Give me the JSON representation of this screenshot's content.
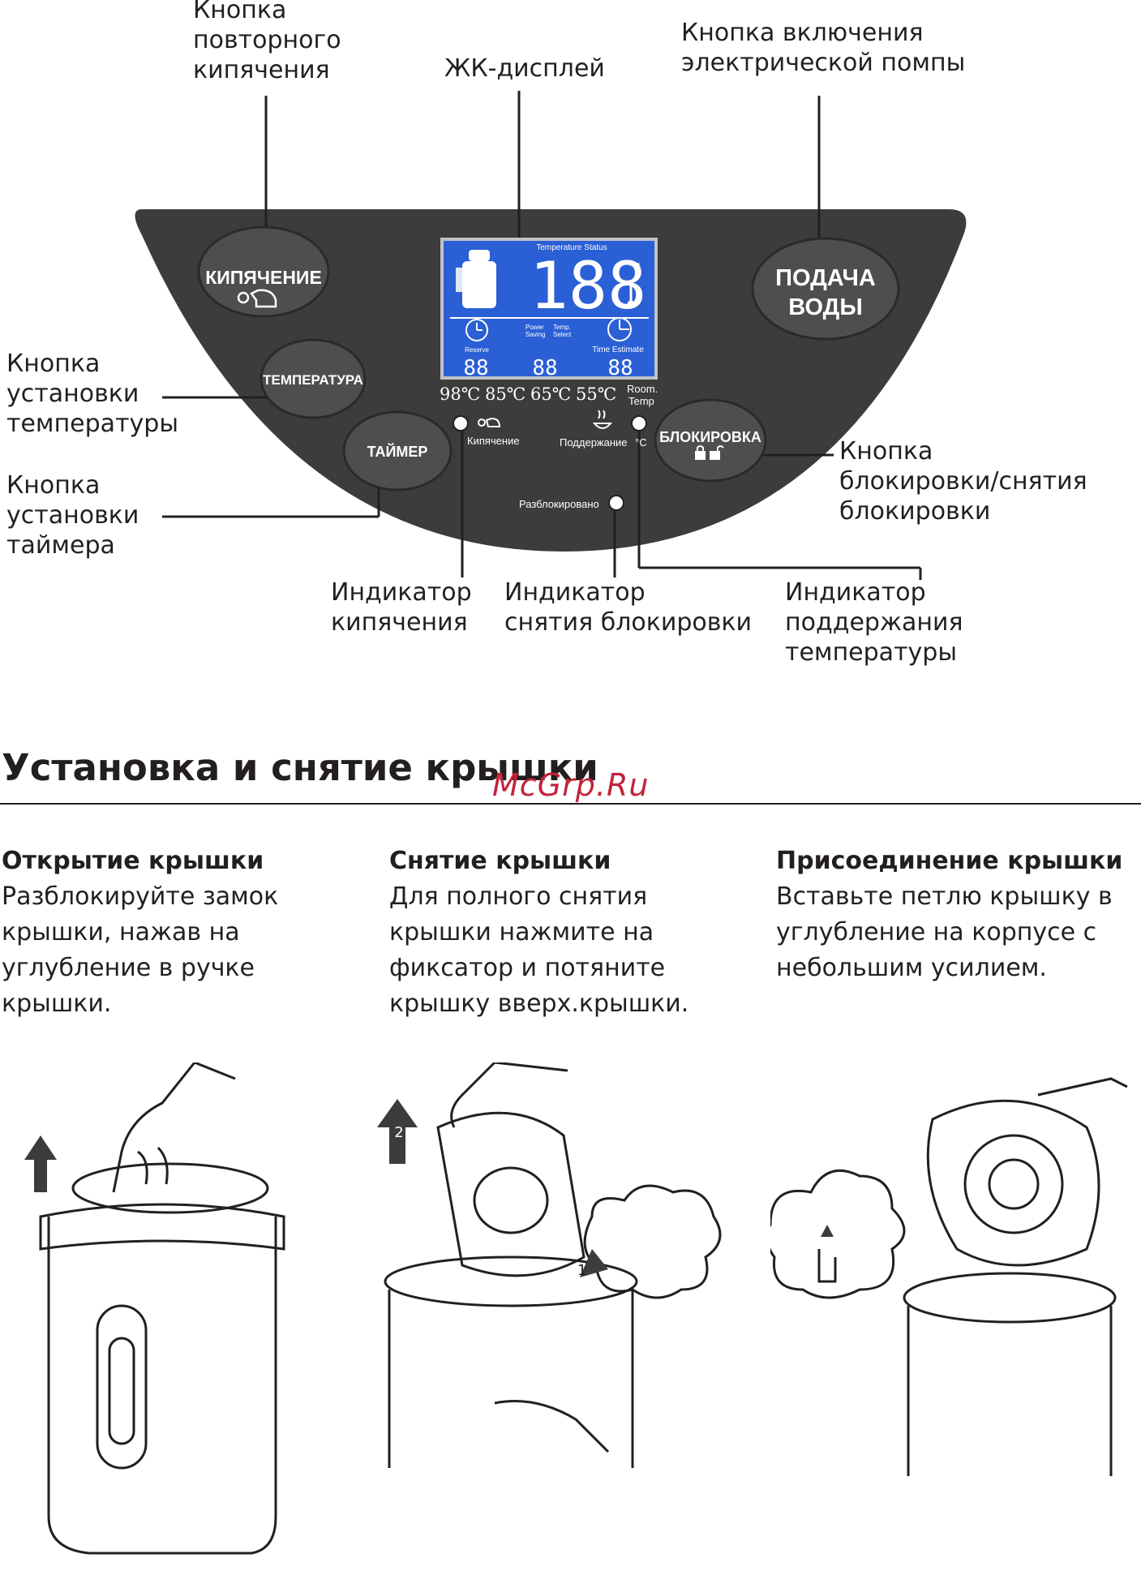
{
  "callouts": {
    "reboil": "Кнопка\nповторного\nкипячения",
    "lcd": "ЖК-дисплей",
    "pump": "Кнопка включения\nэлектрической помпы",
    "temperature": "Кнопка\nустановки\nтемпературы",
    "timer": "Кнопка\nустановки\nтаймера",
    "lock": "Кнопка\nблокировки/снятия\nблокировки",
    "boil_indicator": "Индикатор\nкипячения",
    "unlock_indicator": "Индикатор\nснятия блокировки",
    "keep_indicator": "Индикатор\nподдержания температуры"
  },
  "panel": {
    "boil_button": "КИПЯЧЕНИЕ",
    "water_button_line1": "ПОДАЧА",
    "water_button_line2": "ВОДЫ",
    "temp_button": "ТЕМПЕРАТУРА",
    "timer_button": "ТАЙМЕР",
    "lock_button": "БЛОКИРОВКА",
    "boil_led_label": "Кипячение",
    "keep_led_label": "Поддержание",
    "keep_led_unit": "°C",
    "unlock_led_label": "Разблокировано",
    "temps": [
      "98℃",
      "85℃",
      "65℃",
      "55℃"
    ],
    "room_temp_line1": "Room.",
    "room_temp_line2": "Temp"
  },
  "lcd": {
    "status_title": "Temperature Status",
    "big_digits": "188",
    "unit": "°C",
    "reserve": "Reserve",
    "power_saving_1": "Power",
    "power_saving_2": "Saving",
    "temp_select_1": "Temp.",
    "temp_select_2": "Select",
    "time_estimate": "Time Estimate",
    "small_digits": [
      "88",
      "88",
      "88"
    ],
    "colors": {
      "background": "#2a5fd6",
      "segment": "#ffffff",
      "frame": "#bfc3c8"
    }
  },
  "section": {
    "title": "Установка и снятие крышки",
    "watermark": "McGrp.Ru"
  },
  "columns": [
    {
      "title": "Открытие крышки",
      "body": "Разблокируйте замок\nкрышки, нажав на\nуглубление в ручке\nкрышки."
    },
    {
      "title": "Снятие крышки",
      "body": "Для полного снятия\nкрышки нажмите на\nфиксатор и потяните\nкрышку вверх.крышки."
    },
    {
      "title": "Присоединение крышки",
      "body": "Вставьте петлю крышку в\nуглубление на корпусе с\nнебольшим усилием."
    }
  ],
  "illustrations": {
    "step_1": "1",
    "step_2": "2"
  },
  "colors": {
    "panel": "#3d3b3c",
    "button": "#4f4d4e",
    "text": "#231f20",
    "watermark": "#c2233b"
  }
}
